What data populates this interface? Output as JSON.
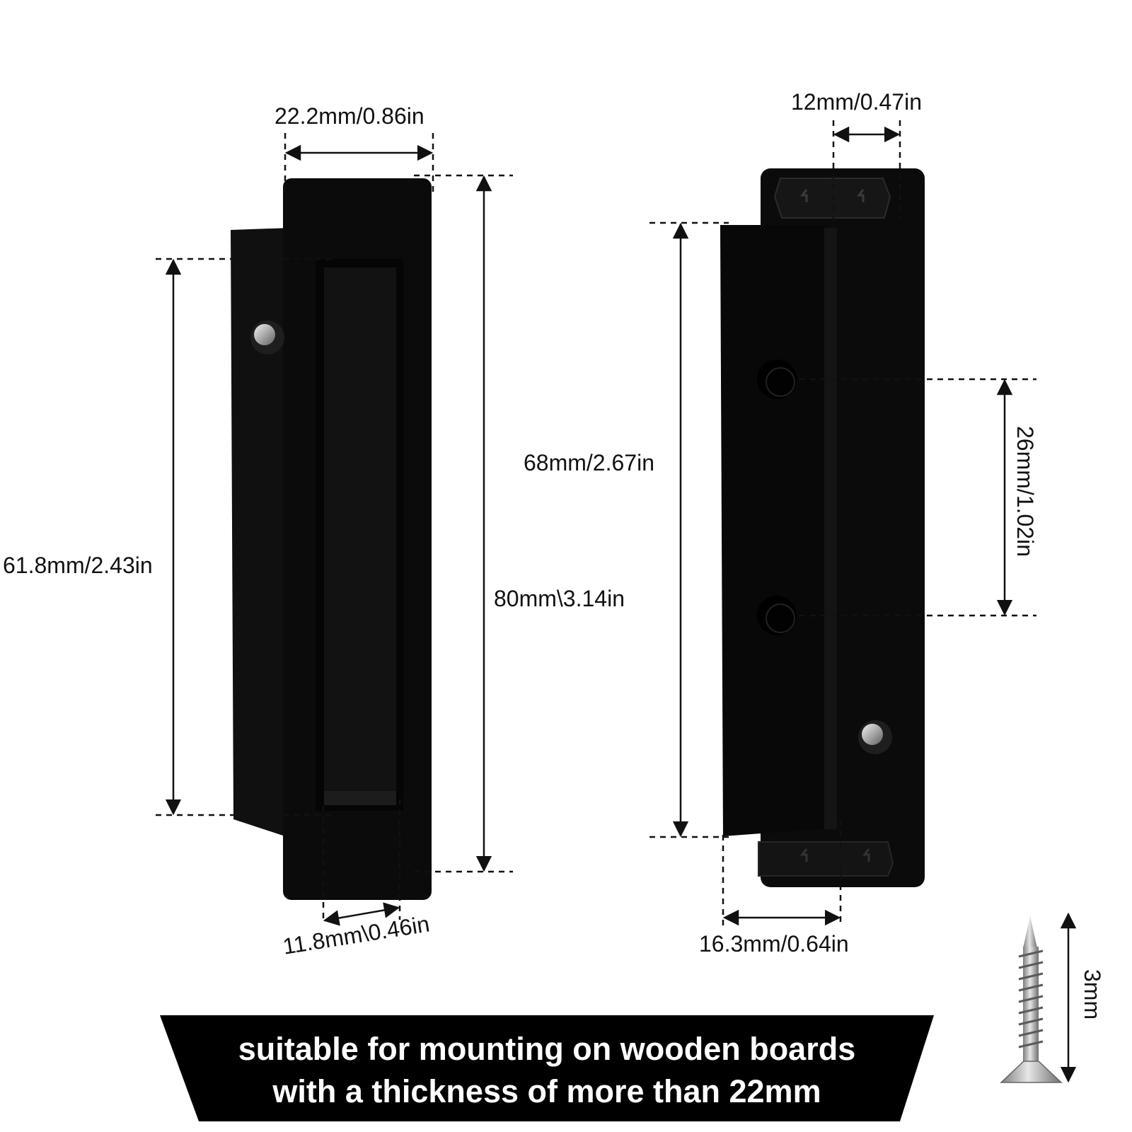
{
  "dimensions": {
    "front_top_width": "22.2mm/0.86in",
    "front_inner_height": "61.8mm/2.43in",
    "front_total_height": "80mm\\3.14in",
    "front_recess_width": "11.8mm\\0.46in",
    "back_bracket_width": "12mm/0.47in",
    "back_body_height": "68mm/2.67in",
    "back_hole_spacing": "26mm/1.02in",
    "back_body_width": "16.3mm/0.64in",
    "screw_length": "3mm"
  },
  "banner": {
    "line1": "suitable for mounting on wooden boards",
    "line2": "with a thickness of more than 22mm"
  },
  "colors": {
    "handle": "#0b0b0b",
    "accent": "#1a1a1a",
    "screw": "#b9b9b9",
    "text": "#111111",
    "banner_text": "#ffffff"
  }
}
